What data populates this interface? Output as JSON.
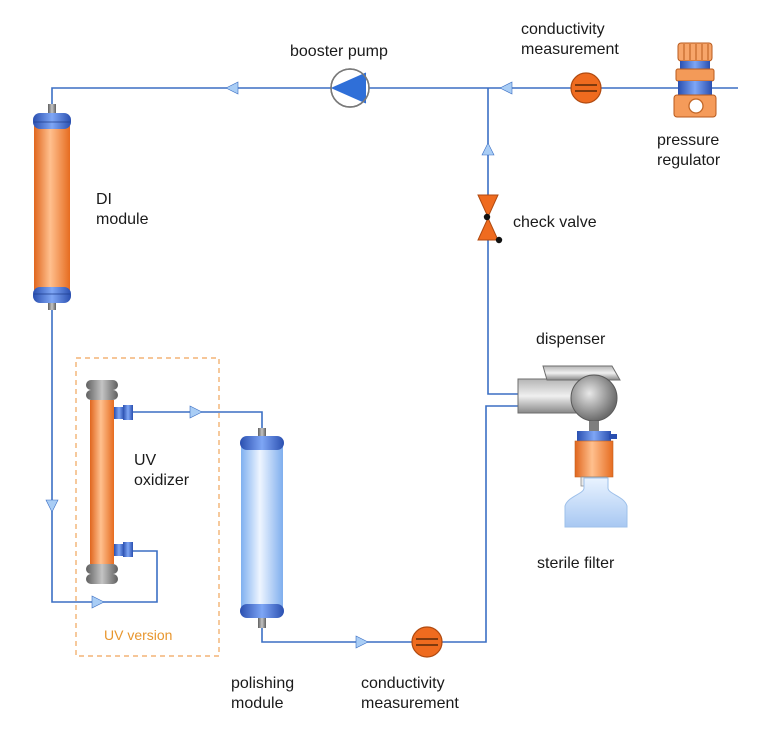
{
  "labels": {
    "booster_pump": "booster pump",
    "conductivity_top": "conductivity\nmeasurement",
    "pressure_regulator": "pressure\nregulator",
    "check_valve": "check valve",
    "di_module": "DI\nmodule",
    "dispenser": "dispenser",
    "uv_oxidizer": "UV\noxidizer",
    "sterile_filter": "sterile filter",
    "uv_version": "UV version",
    "polishing_module": "polishing\nmodule",
    "conductivity_bottom": "conductivity\nmeasurement"
  },
  "colors": {
    "pipe": "#3b6fc4",
    "arrow": "#a9cdf5",
    "orange": "#f08a3c",
    "orange_light": "#fbb27a",
    "blue_cap": "#3d6fd6",
    "blue_light": "#bcd7fb",
    "gray": "#8d8d8d",
    "dash": "#f0a55a"
  }
}
